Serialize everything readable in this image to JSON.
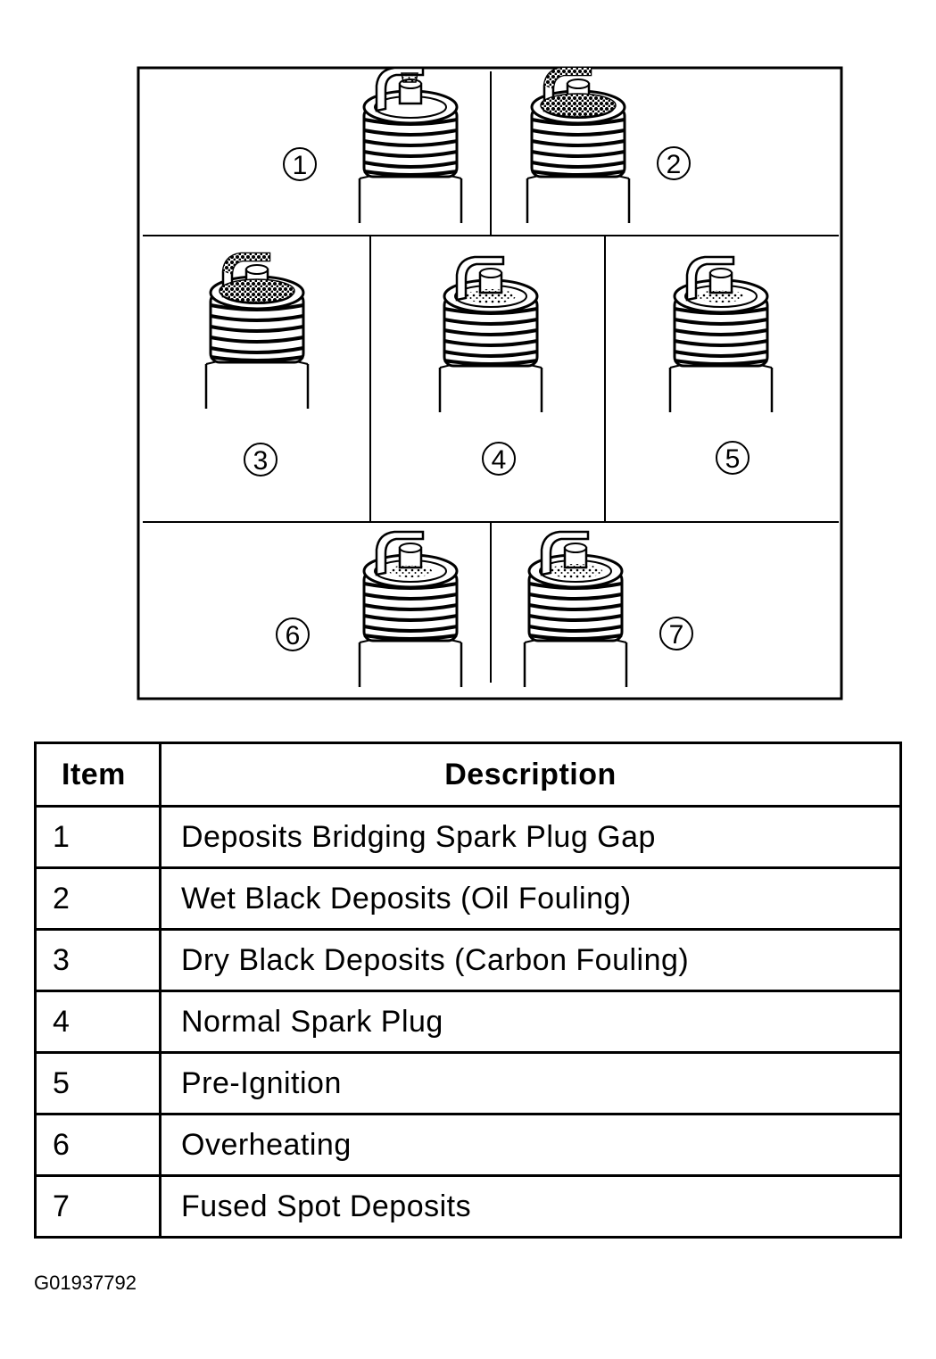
{
  "figure": {
    "callouts": [
      "1",
      "2",
      "3",
      "4",
      "5",
      "6",
      "7"
    ]
  },
  "table": {
    "headers": {
      "item": "Item",
      "description": "Description"
    },
    "rows": [
      {
        "item": "1",
        "description": "Deposits Bridging Spark Plug Gap"
      },
      {
        "item": "2",
        "description": "Wet Black Deposits (Oil Fouling)"
      },
      {
        "item": "3",
        "description": "Dry Black Deposits (Carbon Fouling)"
      },
      {
        "item": "4",
        "description": "Normal Spark Plug"
      },
      {
        "item": "5",
        "description": "Pre-Ignition"
      },
      {
        "item": "6",
        "description": "Overheating"
      },
      {
        "item": "7",
        "description": "Fused Spot Deposits"
      }
    ]
  },
  "figure_id": "G01937792"
}
